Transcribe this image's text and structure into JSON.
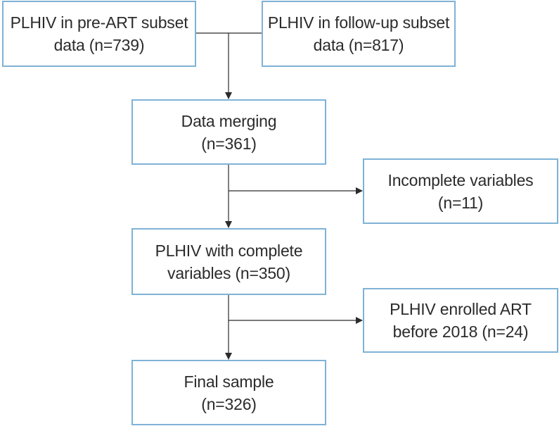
{
  "boxes": {
    "preart": {
      "line1": "PLHIV in pre-ART subset",
      "line2": "data (n=739)"
    },
    "followup": {
      "line1": "PLHIV in follow-up subset",
      "line2": "data (n=817)"
    },
    "merging": {
      "line1": "Data merging",
      "line2": "(n=361)"
    },
    "incomplete": {
      "line1": "Incomplete variables",
      "line2": "(n=11)"
    },
    "complete": {
      "line1": "PLHIV with complete",
      "line2": "variables (n=350)"
    },
    "enrolled": {
      "line1": "PLHIV enrolled ART",
      "line2": "before 2018 (n=24)"
    },
    "final": {
      "line1": "Final sample",
      "line2": "(n=326)"
    }
  },
  "colors": {
    "box_border": "#7fb2d6",
    "connector": "#2b2b2b",
    "text": "#2b2b2b"
  }
}
